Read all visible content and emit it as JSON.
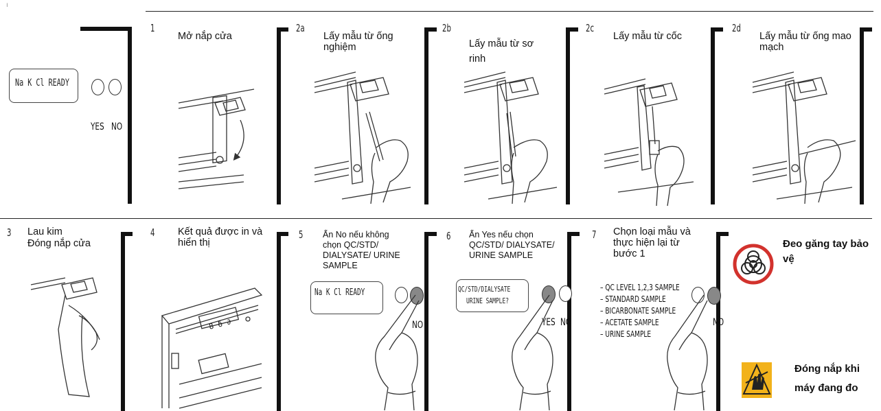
{
  "header_mark": "ı",
  "intro": {
    "display_text": "Na K Cl READY",
    "yes_label": "YES",
    "no_label": "NO"
  },
  "steps_row1": [
    {
      "number": "1",
      "caption": "Mở nắp cửa"
    },
    {
      "number": "2a",
      "caption": "Lấy mẫu từ ống nghiệm"
    },
    {
      "number": "2b",
      "caption": "Lấy mẫu từ sơ rinh"
    },
    {
      "number": "2c",
      "caption": "Lấy mẫu từ cốc"
    },
    {
      "number": "2d",
      "caption": "Lấy mẫu từ ống mao mạch"
    }
  ],
  "steps_row2": [
    {
      "number": "3",
      "caption_line1": "Lau kim",
      "caption_line2": "Đóng nắp cửa"
    },
    {
      "number": "4",
      "caption": "Kết quả được in và hiển thị"
    },
    {
      "number": "5",
      "caption": "Ấn No nếu không chọn QC/STD/ DIALYSATE/ URINE SAMPLE"
    },
    {
      "number": "6",
      "caption": "Ấn Yes nếu chọn QC/STD/ DIALYSATE/ URINE SAMPLE"
    },
    {
      "number": "7",
      "caption": "Chọn loại mẫu và thực hiện lại từ bước 1"
    }
  ],
  "step5_panel": {
    "display_text": "Na K Cl READY",
    "no_label": "NO"
  },
  "step6_panel": {
    "display_line1": "QC/STD/DIALYSATE",
    "display_line2": "URINE SAMPLE?",
    "yes_label": "YES",
    "no_label": "NO"
  },
  "step7_panel": {
    "options": [
      "– QC LEVEL 1,2,3 SAMPLE",
      "– STANDARD SAMPLE",
      "– BICARBONATE SAMPLE",
      "– ACETATE SAMPLE",
      "– URINE SAMPLE"
    ],
    "no_label": "NO"
  },
  "step4_display": "8 δ ∂",
  "warnings": [
    {
      "icon": "biohazard-icon",
      "text": "Đeo găng tay bảo vệ"
    },
    {
      "icon": "hand-crush-warning-icon",
      "text": "Đóng nắp khi máy đang đo"
    }
  ],
  "colors": {
    "biohazard_ring": "#d2322d",
    "warning_yellow": "#f2b21b"
  }
}
